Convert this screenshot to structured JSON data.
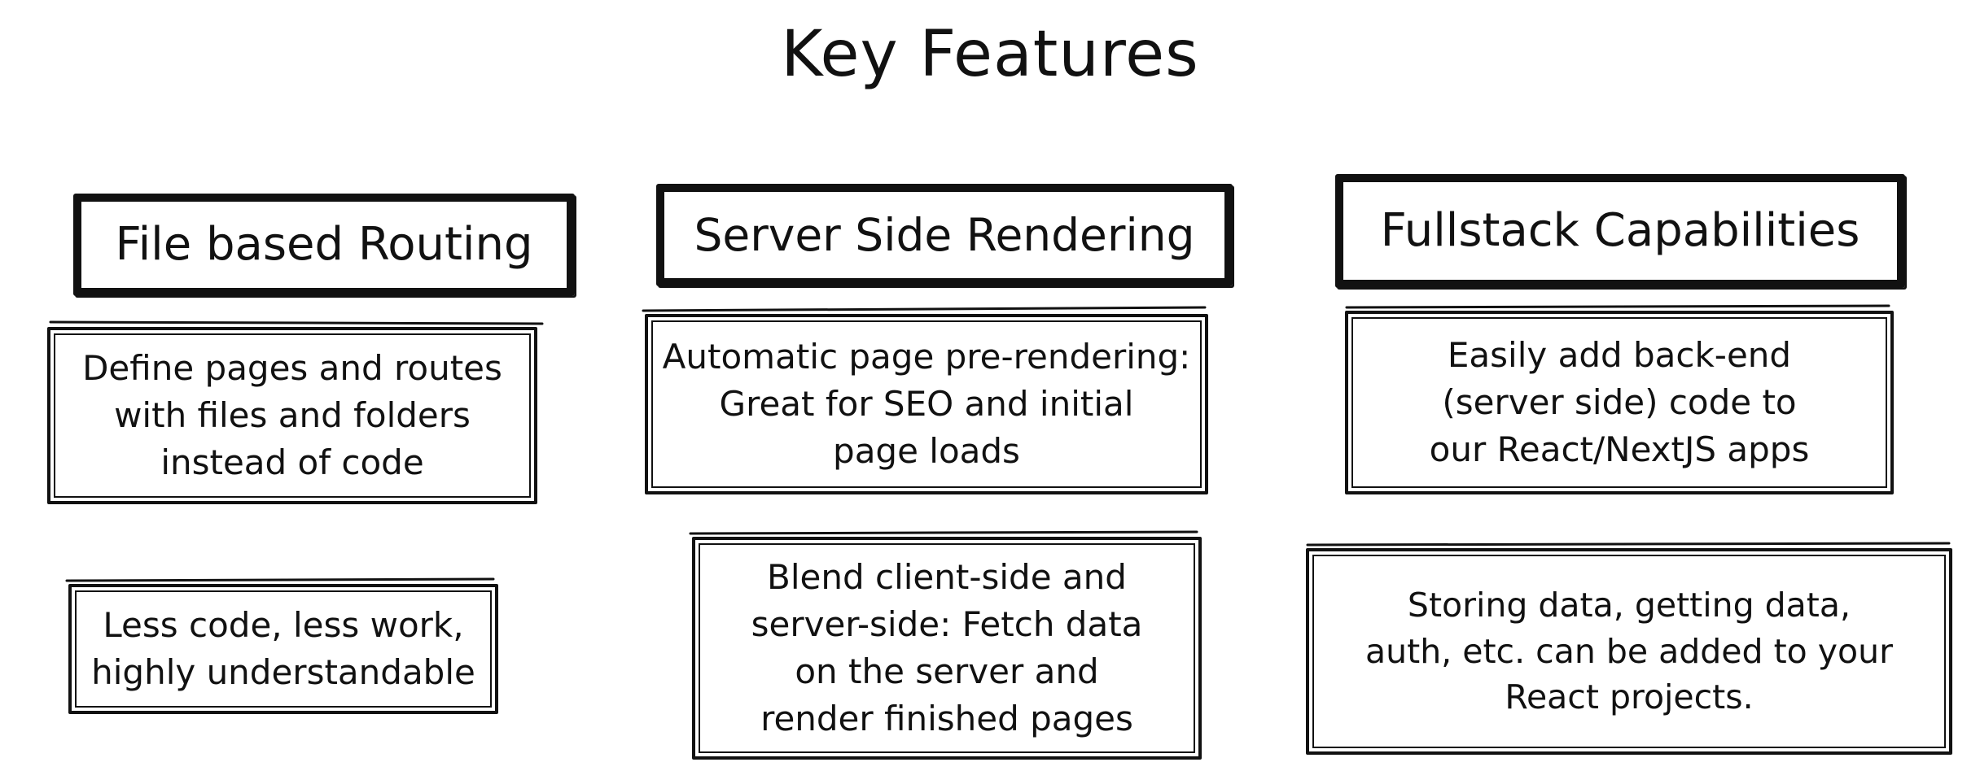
{
  "title": "Key Features",
  "columns": [
    {
      "heading": "File based Routing",
      "cards": [
        "Define pages and routes\nwith files and folders\ninstead of code",
        "Less code, less work,\nhighly understandable"
      ]
    },
    {
      "heading": "Server Side Rendering",
      "cards": [
        "Automatic page pre-rendering:\nGreat for SEO and initial\npage loads",
        "Blend client-side and\nserver-side: Fetch data\non the server and\nrender finished pages"
      ]
    },
    {
      "heading": "Fullstack Capabilities",
      "cards": [
        "Easily add back-end\n(server side) code to\nour React/NextJS apps",
        "Storing data, getting data,\nauth, etc. can be added to your\nReact projects."
      ]
    }
  ]
}
